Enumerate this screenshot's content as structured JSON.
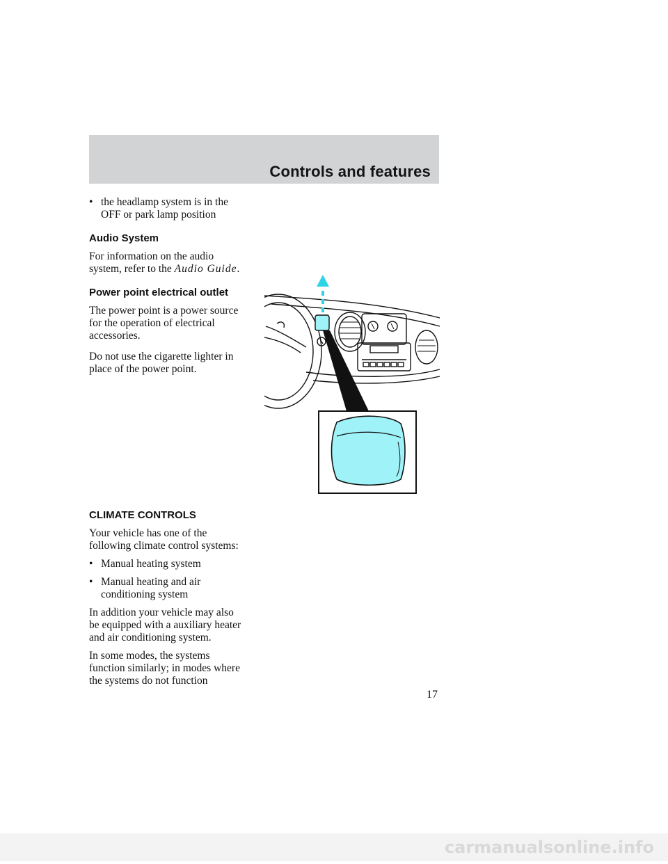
{
  "header": {
    "title": "Controls and features"
  },
  "section1": {
    "bullet_symbol": "•",
    "bullet_line1": "the headlamp system is in the",
    "bullet_line2": "OFF or park lamp position"
  },
  "audio": {
    "heading": "Audio System",
    "line1": "For information on the audio",
    "line2_prefix": "system, refer to the ",
    "line2_italic": "Audio Guide",
    "line2_suffix": "."
  },
  "power_point": {
    "heading": "Power point electrical outlet",
    "p1_line1": "The power point is a power source",
    "p1_line2": "for the operation of electrical",
    "p1_line3": "accessories.",
    "p2_line1": "Do not use the cigarette lighter in",
    "p2_line2": "place of the power point."
  },
  "climate": {
    "heading": "CLIMATE CONTROLS",
    "intro_line1": "Your vehicle has one of the",
    "intro_line2": "following climate control systems:",
    "bullet_symbol": "•",
    "item1": "Manual heating system",
    "item2_line1": "Manual heating and air",
    "item2_line2": "conditioning system",
    "p2_line1": "In addition your vehicle may also",
    "p2_line2": "be equipped with a auxiliary heater",
    "p2_line3": "and air conditioning system.",
    "p3_line1": "In some modes, the systems",
    "p3_line2": "function similarly; in modes where",
    "p3_line3": "the systems do not function"
  },
  "page_number": "17",
  "footer": {
    "watermark": "carmanualsonline.info"
  },
  "colors": {
    "header_band": "#d2d3d5",
    "highlight_cyan": "#9ff2f7",
    "arrow_cyan": "#2fd3e6"
  }
}
